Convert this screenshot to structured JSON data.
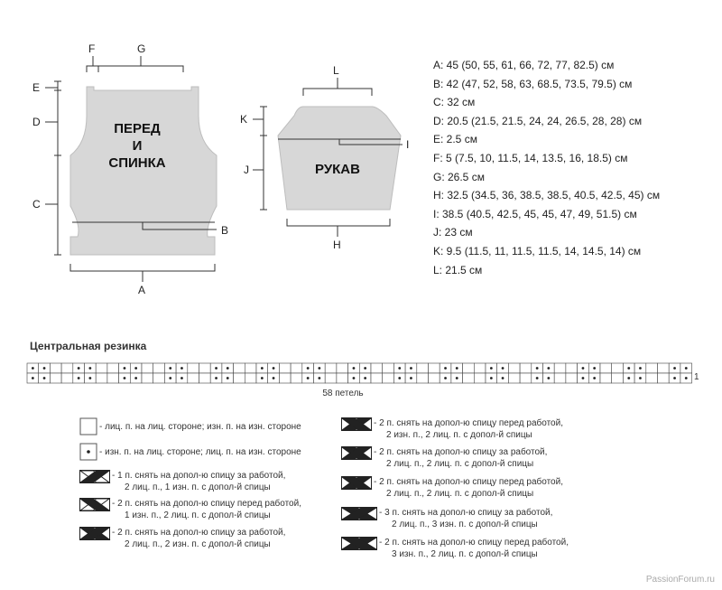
{
  "pieces": {
    "body_label_lines": [
      "ПЕРЕД",
      "И",
      "СПИНКА"
    ],
    "sleeve_label": "РУКАВ"
  },
  "dims": {
    "A": "A",
    "B": "B",
    "C": "C",
    "D": "D",
    "E": "E",
    "F": "F",
    "G": "G",
    "H": "H",
    "I": "I",
    "J": "J",
    "K": "K",
    "L": "L"
  },
  "measurements": [
    "A: 45 (50, 55, 61, 66, 72, 77, 82.5) см",
    "B: 42 (47, 52, 58, 63, 68.5, 73.5, 79.5) см",
    "C: 32 см",
    "D: 20.5 (21.5, 21.5, 24, 24, 26.5, 28, 28) см",
    "E: 2.5 см",
    "F: 5 (7.5, 10, 11.5, 14, 13.5, 16, 18.5) см",
    "G: 26.5 см",
    "H: 32.5 (34.5, 36, 38.5, 38.5, 40.5, 42.5, 45) см",
    "I: 38.5 (40.5, 42.5, 45, 45, 47, 49, 51.5) см",
    "J: 23 см",
    "K: 9.5 (11.5, 11, 11.5, 11.5, 14, 14.5, 14) см",
    "L: 21.5 см"
  ],
  "chart": {
    "title": "Центральная резинка",
    "stitches": 58,
    "stitch_label": "58 петель",
    "row_label": "1",
    "pattern": "p p k k"
  },
  "legend": [
    {
      "icon": "knit-square",
      "text": "- лиц. п. на лиц. стороне; изн. п. на изн. стороне"
    },
    {
      "icon": "purl-dot-square",
      "text": "- изн. п. на лиц. стороне; лиц. п. на изн. стороне"
    },
    {
      "icon": "cable-1-1-back-icon",
      "text": "- 1 п. снять на допол-ю спицу за работой,\n2 лиц. п., 1 изн. п. с допол-й спицы"
    },
    {
      "icon": "cable-2-1-front-icon",
      "text": "- 2 п. снять на допол-ю спицу перед работой,\n1 изн. п., 2 лиц. п. с допол-й спицы"
    },
    {
      "icon": "cable-2-2-back-icon",
      "text": "- 2 п. снять на допол-ю спицу за работой,\n2 лиц. п., 2 изн. п. с допол-й спицы"
    },
    {
      "icon": "cable-2-2-front-purl-icon",
      "text": "- 2 п. снять на допол-ю спицу перед работой,\n2 изн. п., 2 лиц. п. с допол-й спицы"
    },
    {
      "icon": "cable-2-2-back-knit-icon",
      "text": "- 2 п. снять на допол-ю спицу за работой,\n2 лиц. п., 2 лиц. п. с допол-й спицы"
    },
    {
      "icon": "cable-2-2-front-knit-icon",
      "text": "- 2 п. снять на допол-ю спицу перед работой,\n2 лиц. п., 2 лиц. п. с допол-й спицы"
    },
    {
      "icon": "cable-3-3-back-icon",
      "text": "- 3 п. снять на допол-ю спицу за работой,\n2 лиц. п., 3 изн. п. с допол-й спицы"
    },
    {
      "icon": "cable-3-2-front-icon",
      "text": "- 2 п. снять на допол-ю спицу перед работой,\n3 изн. п., 2 лиц. п. с допол-й спицы"
    }
  ],
  "watermark": "PassionForum.ru"
}
